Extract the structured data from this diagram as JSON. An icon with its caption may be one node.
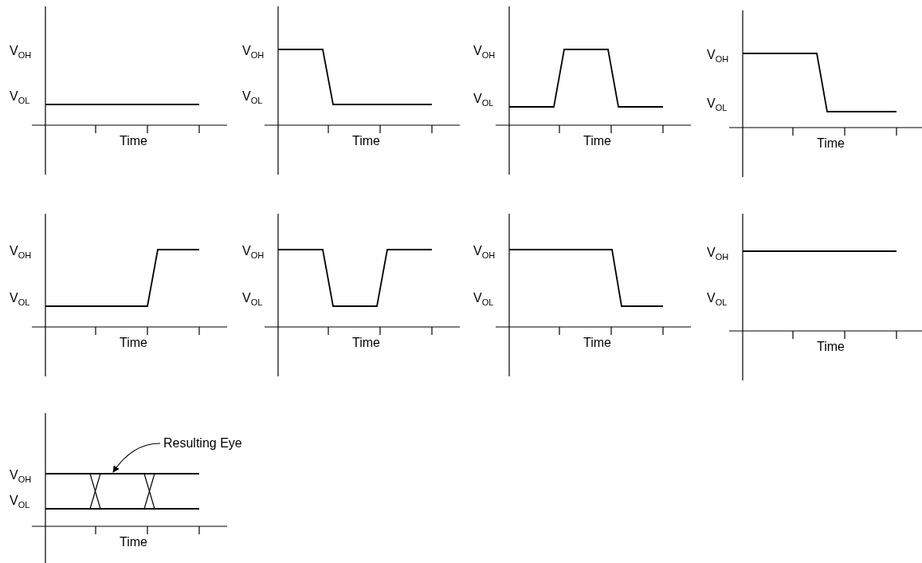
{
  "diagram": {
    "nodes": [
      {
        "text": [
          "Resulting Eye"
        ]
      },
      {
        "text": [],
        "shape": "picture"
      }
    ],
    "edges": [
      {
        "from": 0,
        "to": 1,
        "arrow": "to"
      }
    ],
    "labels": [
      "V$_{OH}$",
      "V$_{OL}$",
      "Time",
      "V$_{OH}$",
      "V$_{OL}$",
      "Time",
      "V$_{OH}$",
      "V$_{OL}$",
      "Time",
      "V$_{OH}$",
      "V$_{OL}$",
      "Time",
      "V$_{OH}$",
      "V$_{OL}$",
      "Time",
      "V$_{OH}$",
      "V$_{OL}$",
      "Time",
      "V$_{OH}$",
      "V$_{OL}$",
      "Time",
      "V$_{OH}$",
      "V$_{OL}$",
      "Time",
      "V$_{OH}$",
      "V$_{OL}$",
      "Time"
    ]
  }
}
